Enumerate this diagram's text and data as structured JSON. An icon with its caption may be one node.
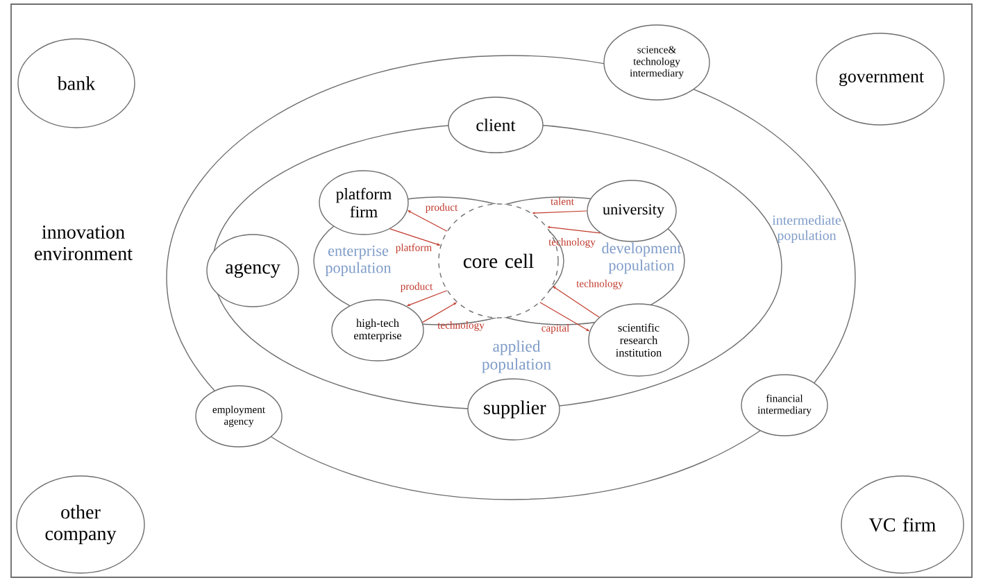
{
  "diagram": {
    "nodes": [
      {
        "text": [
          "bank"
        ]
      },
      {
        "text": [
          "science& technology intermediary"
        ]
      },
      {
        "text": [
          "government"
        ]
      },
      {
        "text": [
          "client"
        ]
      },
      {
        "text": [
          "platform firm"
        ]
      },
      {
        "text": [
          "university"
        ]
      },
      {
        "text": [
          "agency"
        ]
      },
      {
        "text": [
          "core cell"
        ]
      },
      {
        "text": [
          "high-tech emterprise"
        ]
      },
      {
        "text": [
          "scientific research institution"
        ]
      },
      {
        "text": [
          "employment agency"
        ]
      },
      {
        "text": [
          "supplier"
        ]
      },
      {
        "text": [
          "financial intermediary"
        ]
      },
      {
        "text": [
          "other company"
        ]
      },
      {
        "text": [
          "VC firm"
        ]
      }
    ],
    "edges": [
      {
        "from": 7,
        "to": 4,
        "arrow": "to",
        "label": "product"
      },
      {
        "from": 4,
        "to": 7,
        "arrow": "to",
        "label": "platform"
      },
      {
        "from": 5,
        "to": 7,
        "arrow": "to",
        "label": "talent"
      },
      {
        "from": 5,
        "to": 7,
        "arrow": "to",
        "label": "technology"
      },
      {
        "from": 9,
        "to": 7,
        "arrow": "to",
        "label": "technology"
      },
      {
        "from": 7,
        "to": 9,
        "arrow": "to",
        "label": "capital"
      },
      {
        "from": 7,
        "to": 8,
        "arrow": "to",
        "label": "product"
      },
      {
        "from": 8,
        "to": 7,
        "arrow": "to",
        "label": "technology"
      }
    ],
    "labels": [
      "innovation environment",
      "intermediate population",
      "enterprise population",
      "development population",
      "applied population"
    ]
  }
}
